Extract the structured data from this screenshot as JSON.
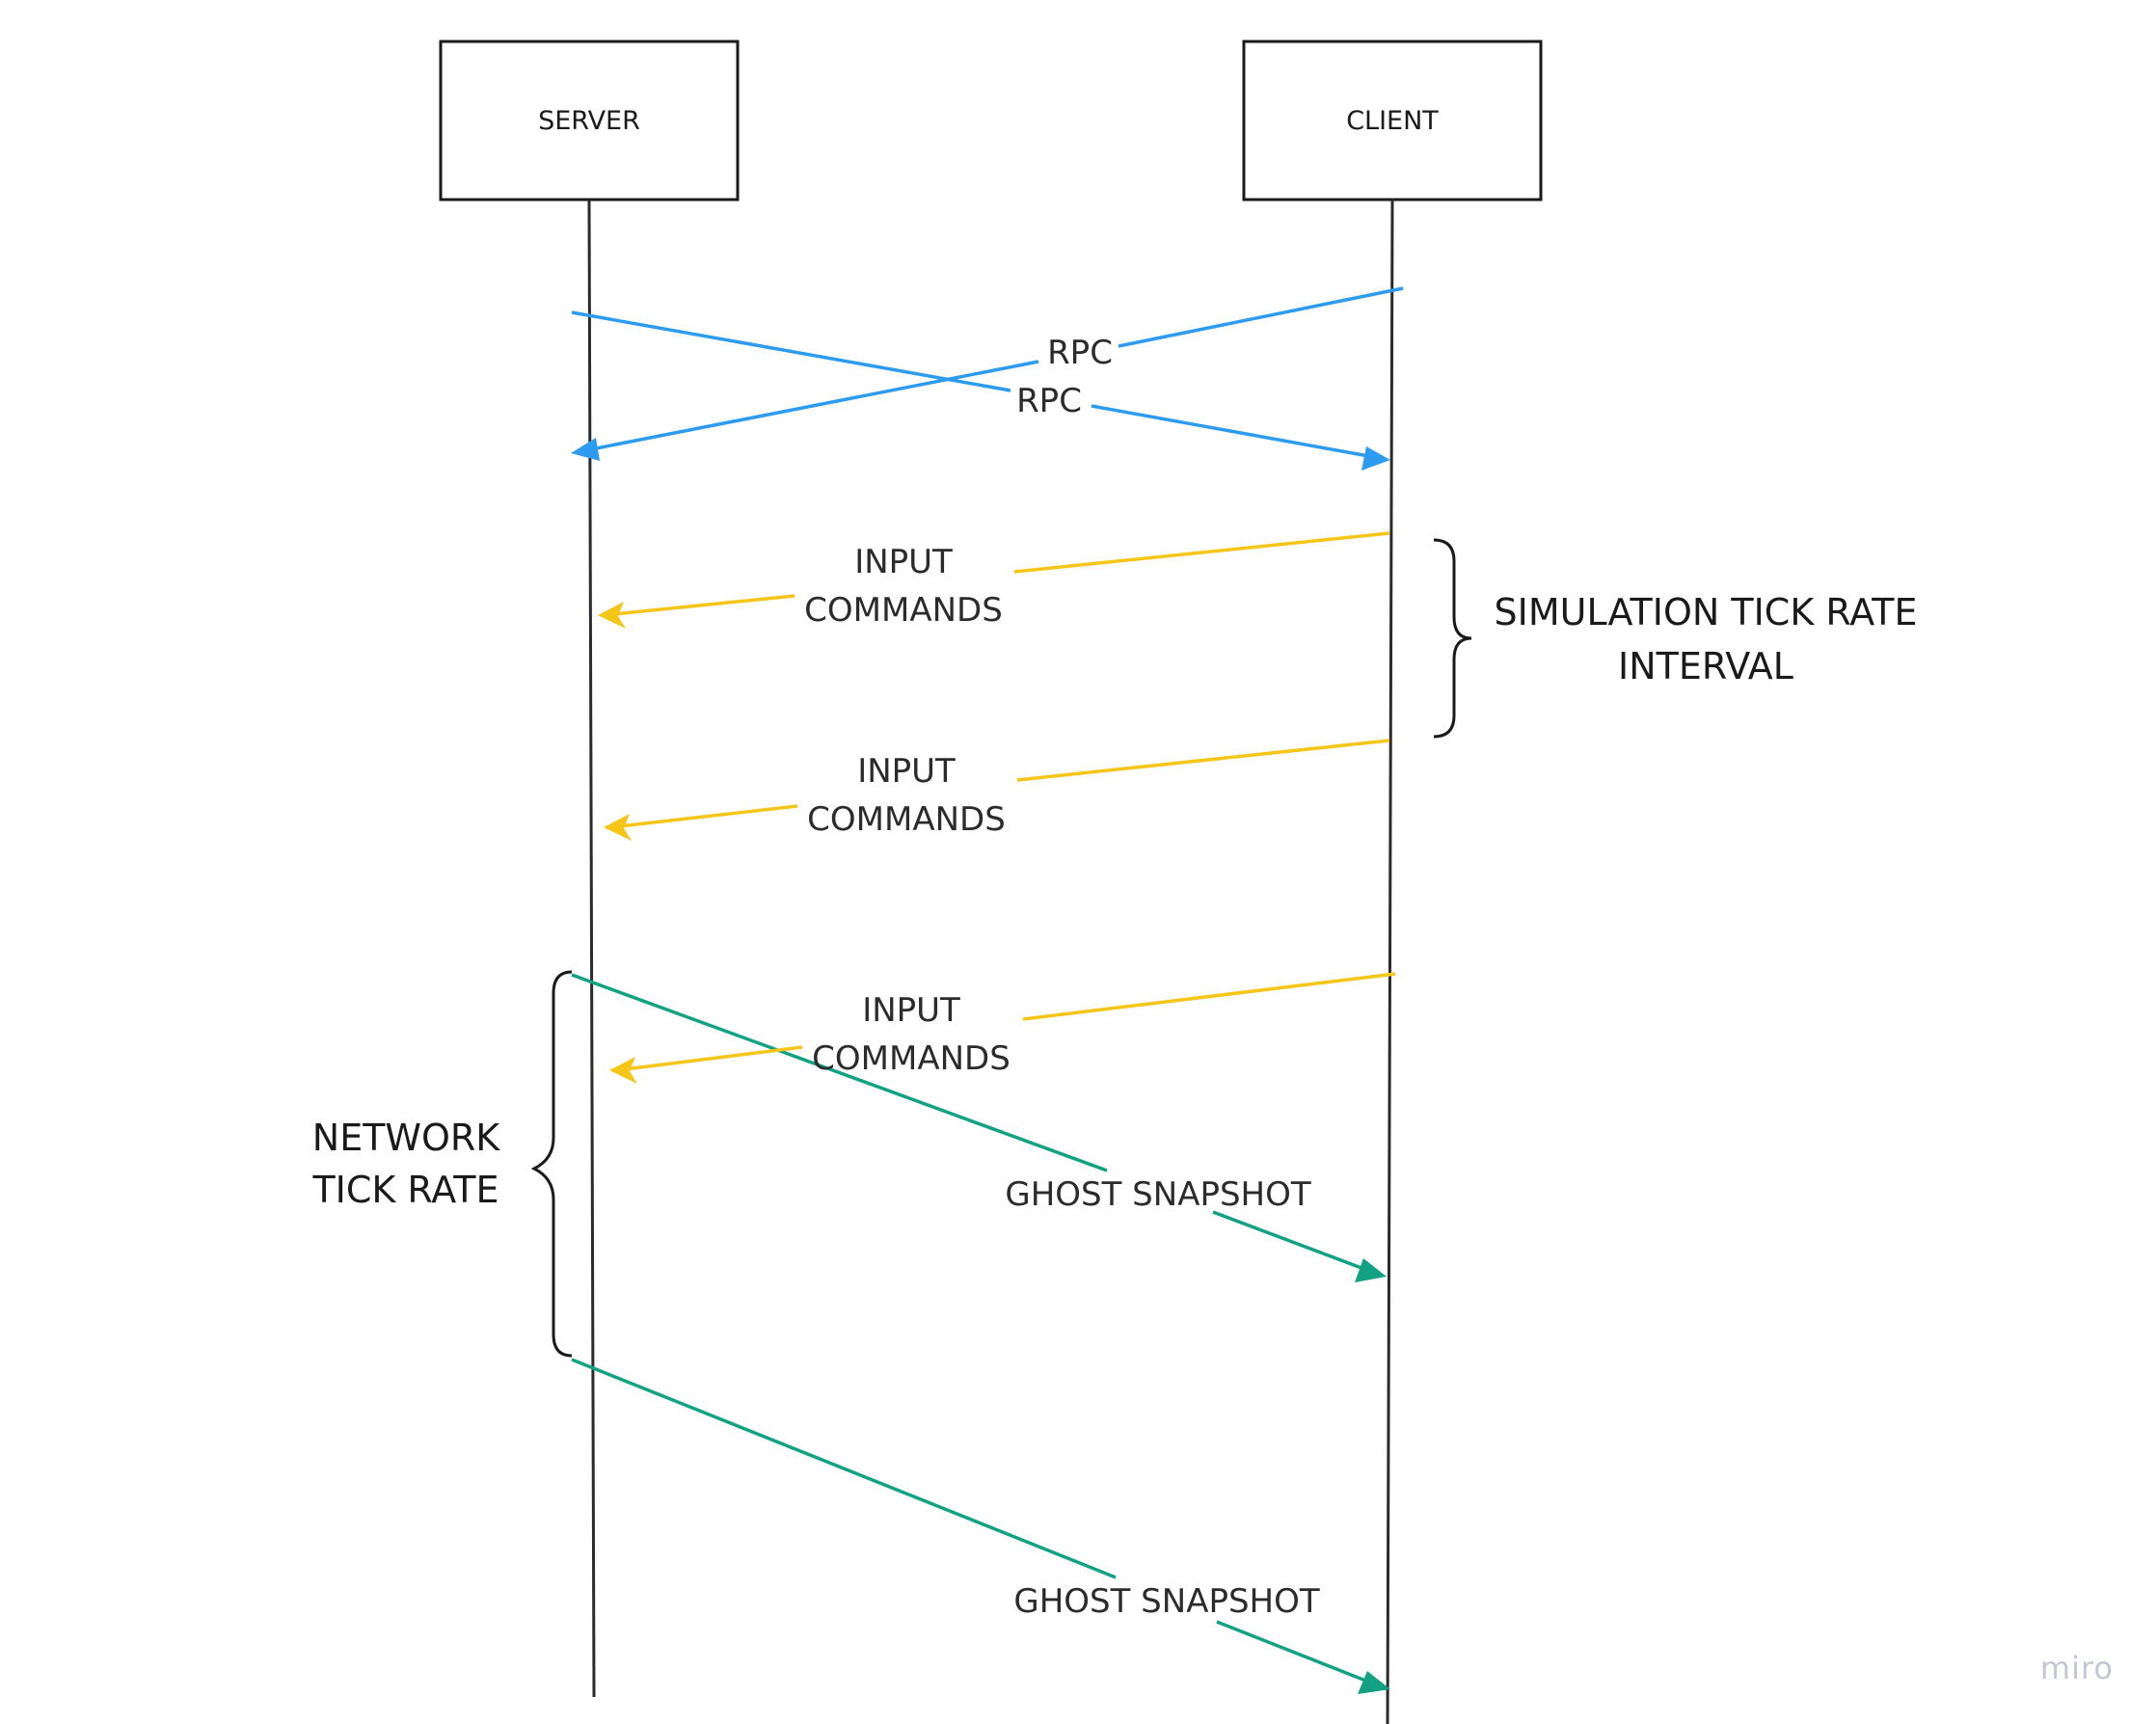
{
  "participants": {
    "server": "SERVER",
    "client": "CLIENT"
  },
  "messages": {
    "rpc_client_to_server": "RPC",
    "rpc_server_to_client": "RPC",
    "input_commands_1": {
      "line1": "INPUT",
      "line2": "COMMANDS"
    },
    "input_commands_2": {
      "line1": "INPUT",
      "line2": "COMMANDS"
    },
    "input_commands_3": {
      "line1": "INPUT",
      "line2": "COMMANDS"
    },
    "ghost_snapshot_1": "GHOST SNAPSHOT",
    "ghost_snapshot_2": "GHOST SNAPSHOT"
  },
  "brackets": {
    "simulation": {
      "line1": "SIMULATION TICK RATE",
      "line2": "INTERVAL"
    },
    "network": {
      "line1": "NETWORK",
      "line2": "TICK RATE"
    }
  },
  "watermark": "miro",
  "colors": {
    "rpc": "#2d9bf0",
    "input": "#f5c518",
    "snapshot": "#12a283",
    "line": "#2b2b2b"
  }
}
